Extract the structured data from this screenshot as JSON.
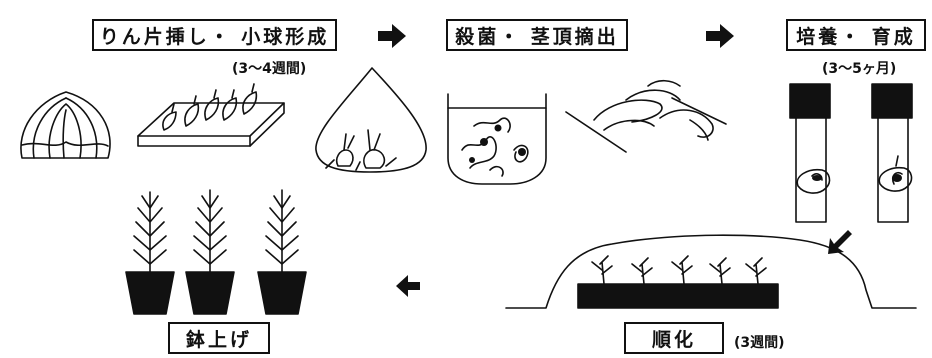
{
  "steps": [
    {
      "label": "りん片挿し・ 小球形成",
      "duration": "(3～4週間)"
    },
    {
      "label": "殺菌・ 茎頂摘出",
      "duration": ""
    },
    {
      "label": "培養・ 育成",
      "duration": "(3～5ヶ月)"
    },
    {
      "label": "順化",
      "duration": "(3週間)"
    },
    {
      "label": "鉢上げ",
      "duration": ""
    }
  ],
  "colors": {
    "ink": "#111111",
    "background": "#ffffff"
  }
}
